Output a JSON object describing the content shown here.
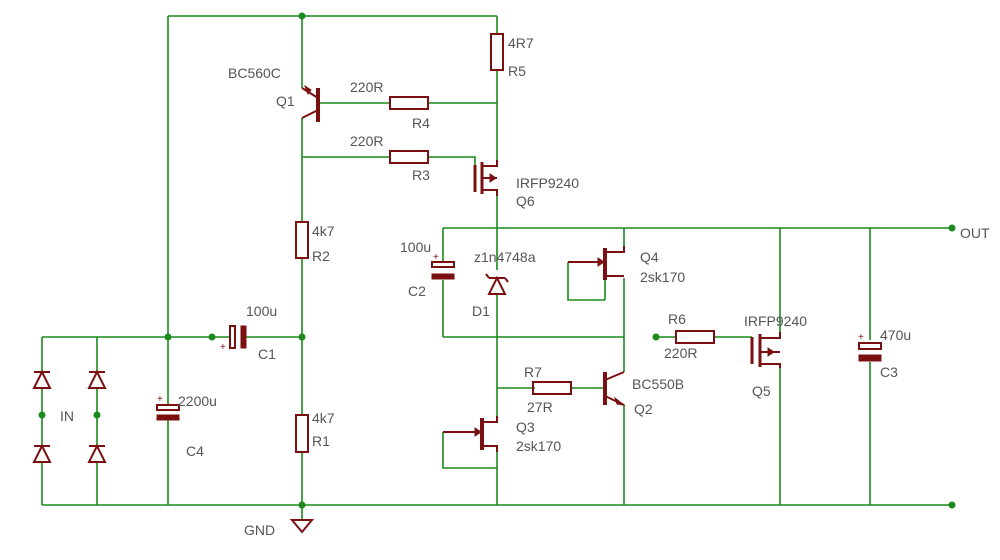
{
  "components": {
    "q1": {
      "ref": "Q1",
      "value": "BC560C"
    },
    "r4": {
      "ref": "R4",
      "value": "220R"
    },
    "r3": {
      "ref": "R3",
      "value": "220R"
    },
    "r5": {
      "ref": "R5",
      "value": "4R7"
    },
    "q6": {
      "ref": "Q6",
      "value": "IRFP9240"
    },
    "r2": {
      "ref": "R2",
      "value": "4k7"
    },
    "r1": {
      "ref": "R1",
      "value": "4k7"
    },
    "c1": {
      "ref": "C1",
      "value": "100u"
    },
    "c2": {
      "ref": "C2",
      "value": "100u"
    },
    "d1": {
      "ref": "D1",
      "value": "z1n4748a"
    },
    "q4": {
      "ref": "Q4",
      "value": "2sk170"
    },
    "r6": {
      "ref": "R6",
      "value": "220R"
    },
    "q5": {
      "ref": "Q5",
      "value": "IRFP9240"
    },
    "c3": {
      "ref": "C3",
      "value": "470u"
    },
    "r7": {
      "ref": "R7",
      "value": "27R"
    },
    "q2": {
      "ref": "Q2",
      "value": "BC550B"
    },
    "q3": {
      "ref": "Q3",
      "value": "2sk170"
    },
    "c4": {
      "ref": "C4",
      "value": "2200u"
    }
  },
  "labels": {
    "input": "IN",
    "output": "OUT",
    "ground": "GND"
  },
  "colors": {
    "wire": "#1a8a1a",
    "part": "#7a1010",
    "text": "#555555"
  }
}
